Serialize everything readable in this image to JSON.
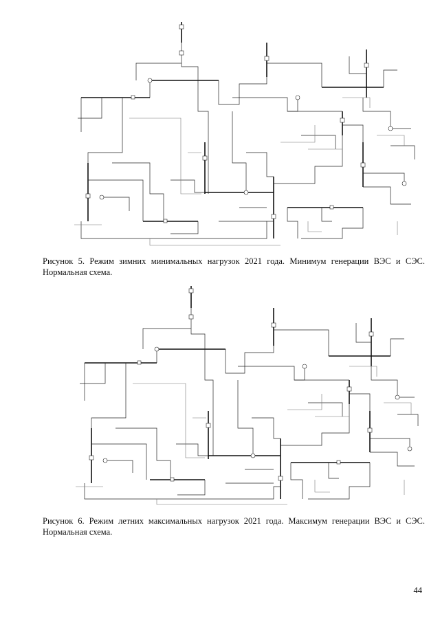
{
  "figures": [
    {
      "id": "fig5",
      "caption_number": "Рисунок 5.",
      "caption_text": "Режим зимних минимальных нагрузок 2021 года. Минимум генерации ВЭС и СЭС. Нормальная схема."
    },
    {
      "id": "fig6",
      "caption_number": "Рисунок 6.",
      "caption_text": "Режим летних максимальных нагрузок 2021 года. Максимум генерации ВЭС и СЭС. Нормальная схема."
    }
  ],
  "page_number": "44"
}
